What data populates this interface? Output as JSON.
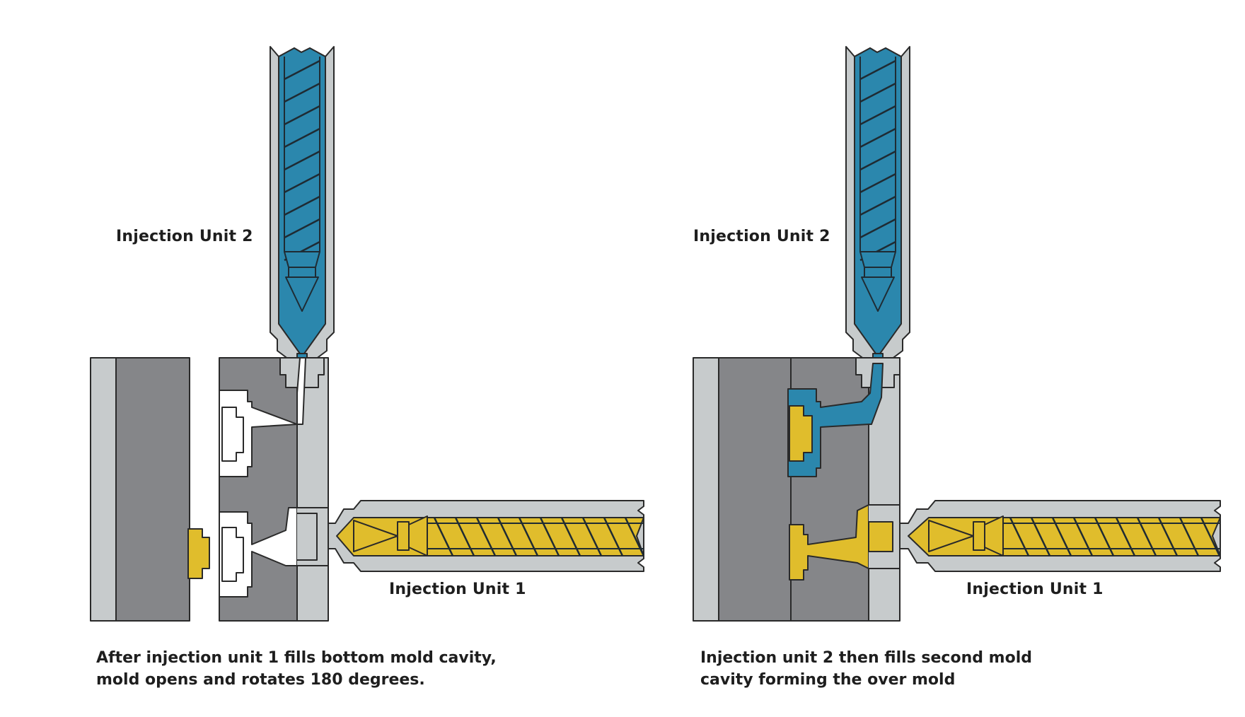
{
  "left_panel": {
    "unit2_label": "Injection Unit 2",
    "unit1_label": "Injection Unit 1",
    "caption_line1": "After injection unit 1 fills bottom mold cavity,",
    "caption_line2": "mold opens and rotates 180 degrees."
  },
  "right_panel": {
    "unit2_label": "Injection Unit 2",
    "unit1_label": "Injection Unit 1",
    "caption_line1": "Injection unit 2 then fills second mold",
    "caption_line2": "cavity forming the over mold"
  },
  "colors": {
    "barrel_light": "#c7cbcc",
    "mold_dark": "#858689",
    "material_blue": "#2b87ad",
    "material_yellow": "#e0bd2c",
    "outline": "#2a2a2a"
  }
}
